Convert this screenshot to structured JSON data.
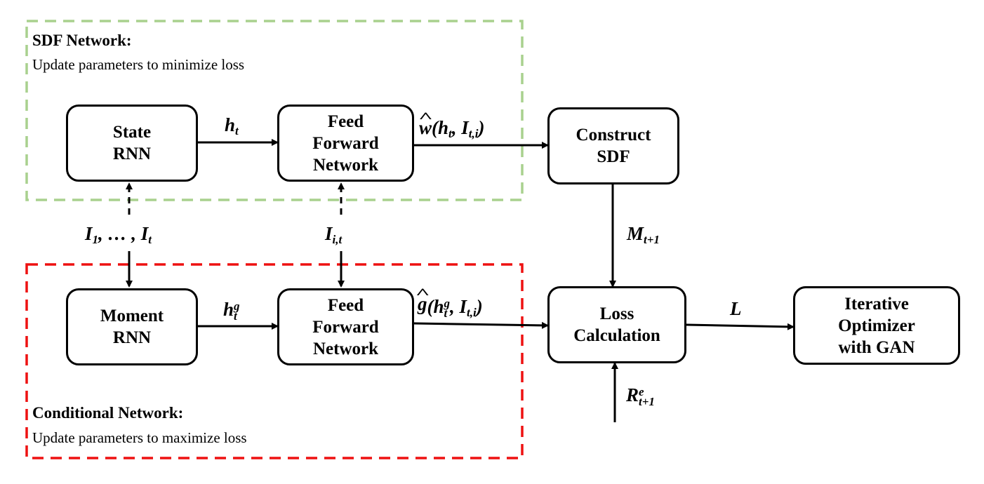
{
  "groups": {
    "sdf": {
      "title": "SDF Network:",
      "subtitle": "Update parameters to minimize loss",
      "border_color": "#a9d18e"
    },
    "conditional": {
      "title": "Conditional Network:",
      "subtitle": "Update parameters to maximize loss",
      "border_color": "#ee1111"
    }
  },
  "nodes": {
    "state_rnn": [
      "State",
      "RNN"
    ],
    "ffn_top": [
      "Feed",
      "Forward",
      "Network"
    ],
    "construct_sdf": [
      "Construct",
      "SDF"
    ],
    "moment_rnn": [
      "Moment",
      "RNN"
    ],
    "ffn_bottom": [
      "Feed",
      "Forward",
      "Network"
    ],
    "loss": [
      "Loss",
      "Calculation"
    ],
    "optimizer": [
      "Iterative",
      "Optimizer",
      "with GAN"
    ]
  },
  "edge_labels": {
    "h_t": {
      "base": "h",
      "sub": "t"
    },
    "w_hat": {
      "fn": "w",
      "open": "(",
      "arg1": "h",
      "arg1_sub": "t",
      "sep": ", ",
      "arg2": "I",
      "arg2_sub": "t,i",
      "close": ")"
    },
    "inputs": {
      "a": "I",
      "a_sub": "1",
      "mid": ", … , ",
      "b": "I",
      "b_sub": "t"
    },
    "i_it": {
      "base": "I",
      "sub": "i,t"
    },
    "m_t1": {
      "base": "M",
      "sub": "t+1"
    },
    "h_t_g": {
      "base": "h",
      "sup": "g",
      "sub": "t"
    },
    "g_hat": {
      "fn": "g",
      "open": "(",
      "arg1": "h",
      "arg1_sup": "g",
      "arg1_sub": "t",
      "sep": ", ",
      "arg2": "I",
      "arg2_sub": "t,i",
      "close": ")"
    },
    "l": {
      "base": "L"
    },
    "r_e": {
      "base": "R",
      "sup": "e",
      "sub": "t+1"
    }
  }
}
